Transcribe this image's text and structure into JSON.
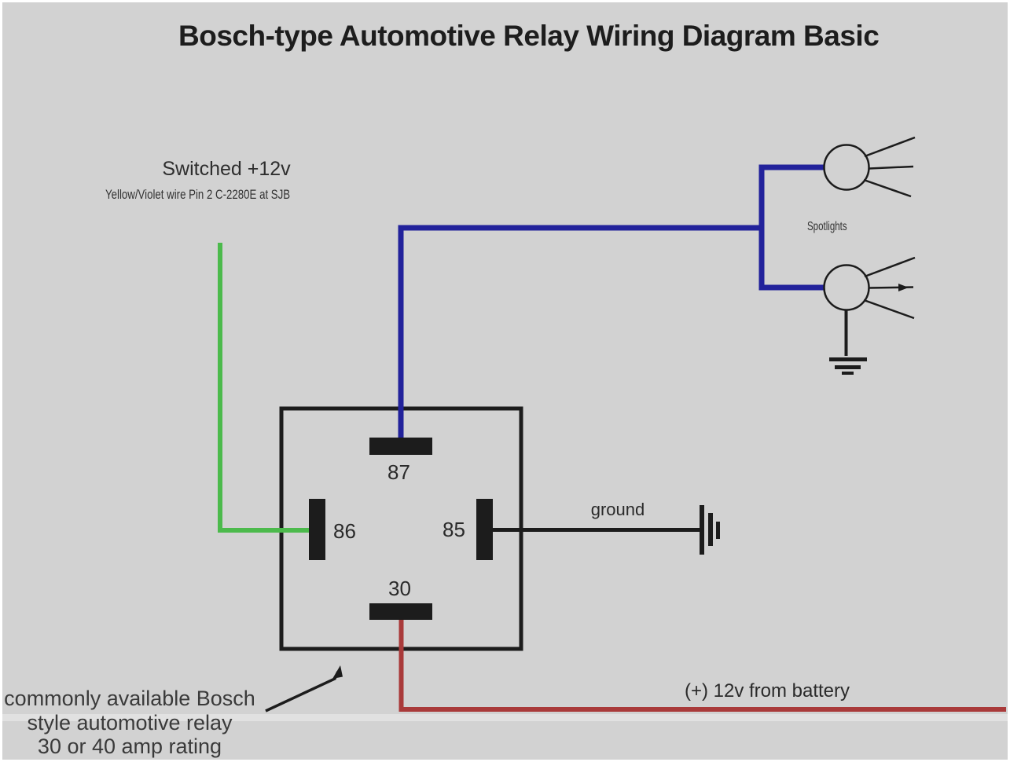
{
  "title": "Bosch-type Automotive Relay Wiring Diagram Basic",
  "colors": {
    "background": "#d2d2d2",
    "wire_blue": "#22229b",
    "wire_green": "#4cba4c",
    "wire_red": "#a93a3a",
    "line_black": "#1c1c1c"
  },
  "source": {
    "label": "Switched +12v",
    "sublabel": "Yellow/Violet wire Pin 2 C-2280E at SJB"
  },
  "relay": {
    "pins": {
      "p87": "87",
      "p86": "86",
      "p85": "85",
      "p30": "30"
    },
    "note_lines": [
      "commonly available Bosch",
      "style automotive relay",
      "30 or 40 amp rating"
    ]
  },
  "spotlights": {
    "label": "Spotlights"
  },
  "ground": {
    "label": "ground"
  },
  "battery": {
    "label": "(+) 12v from battery"
  }
}
